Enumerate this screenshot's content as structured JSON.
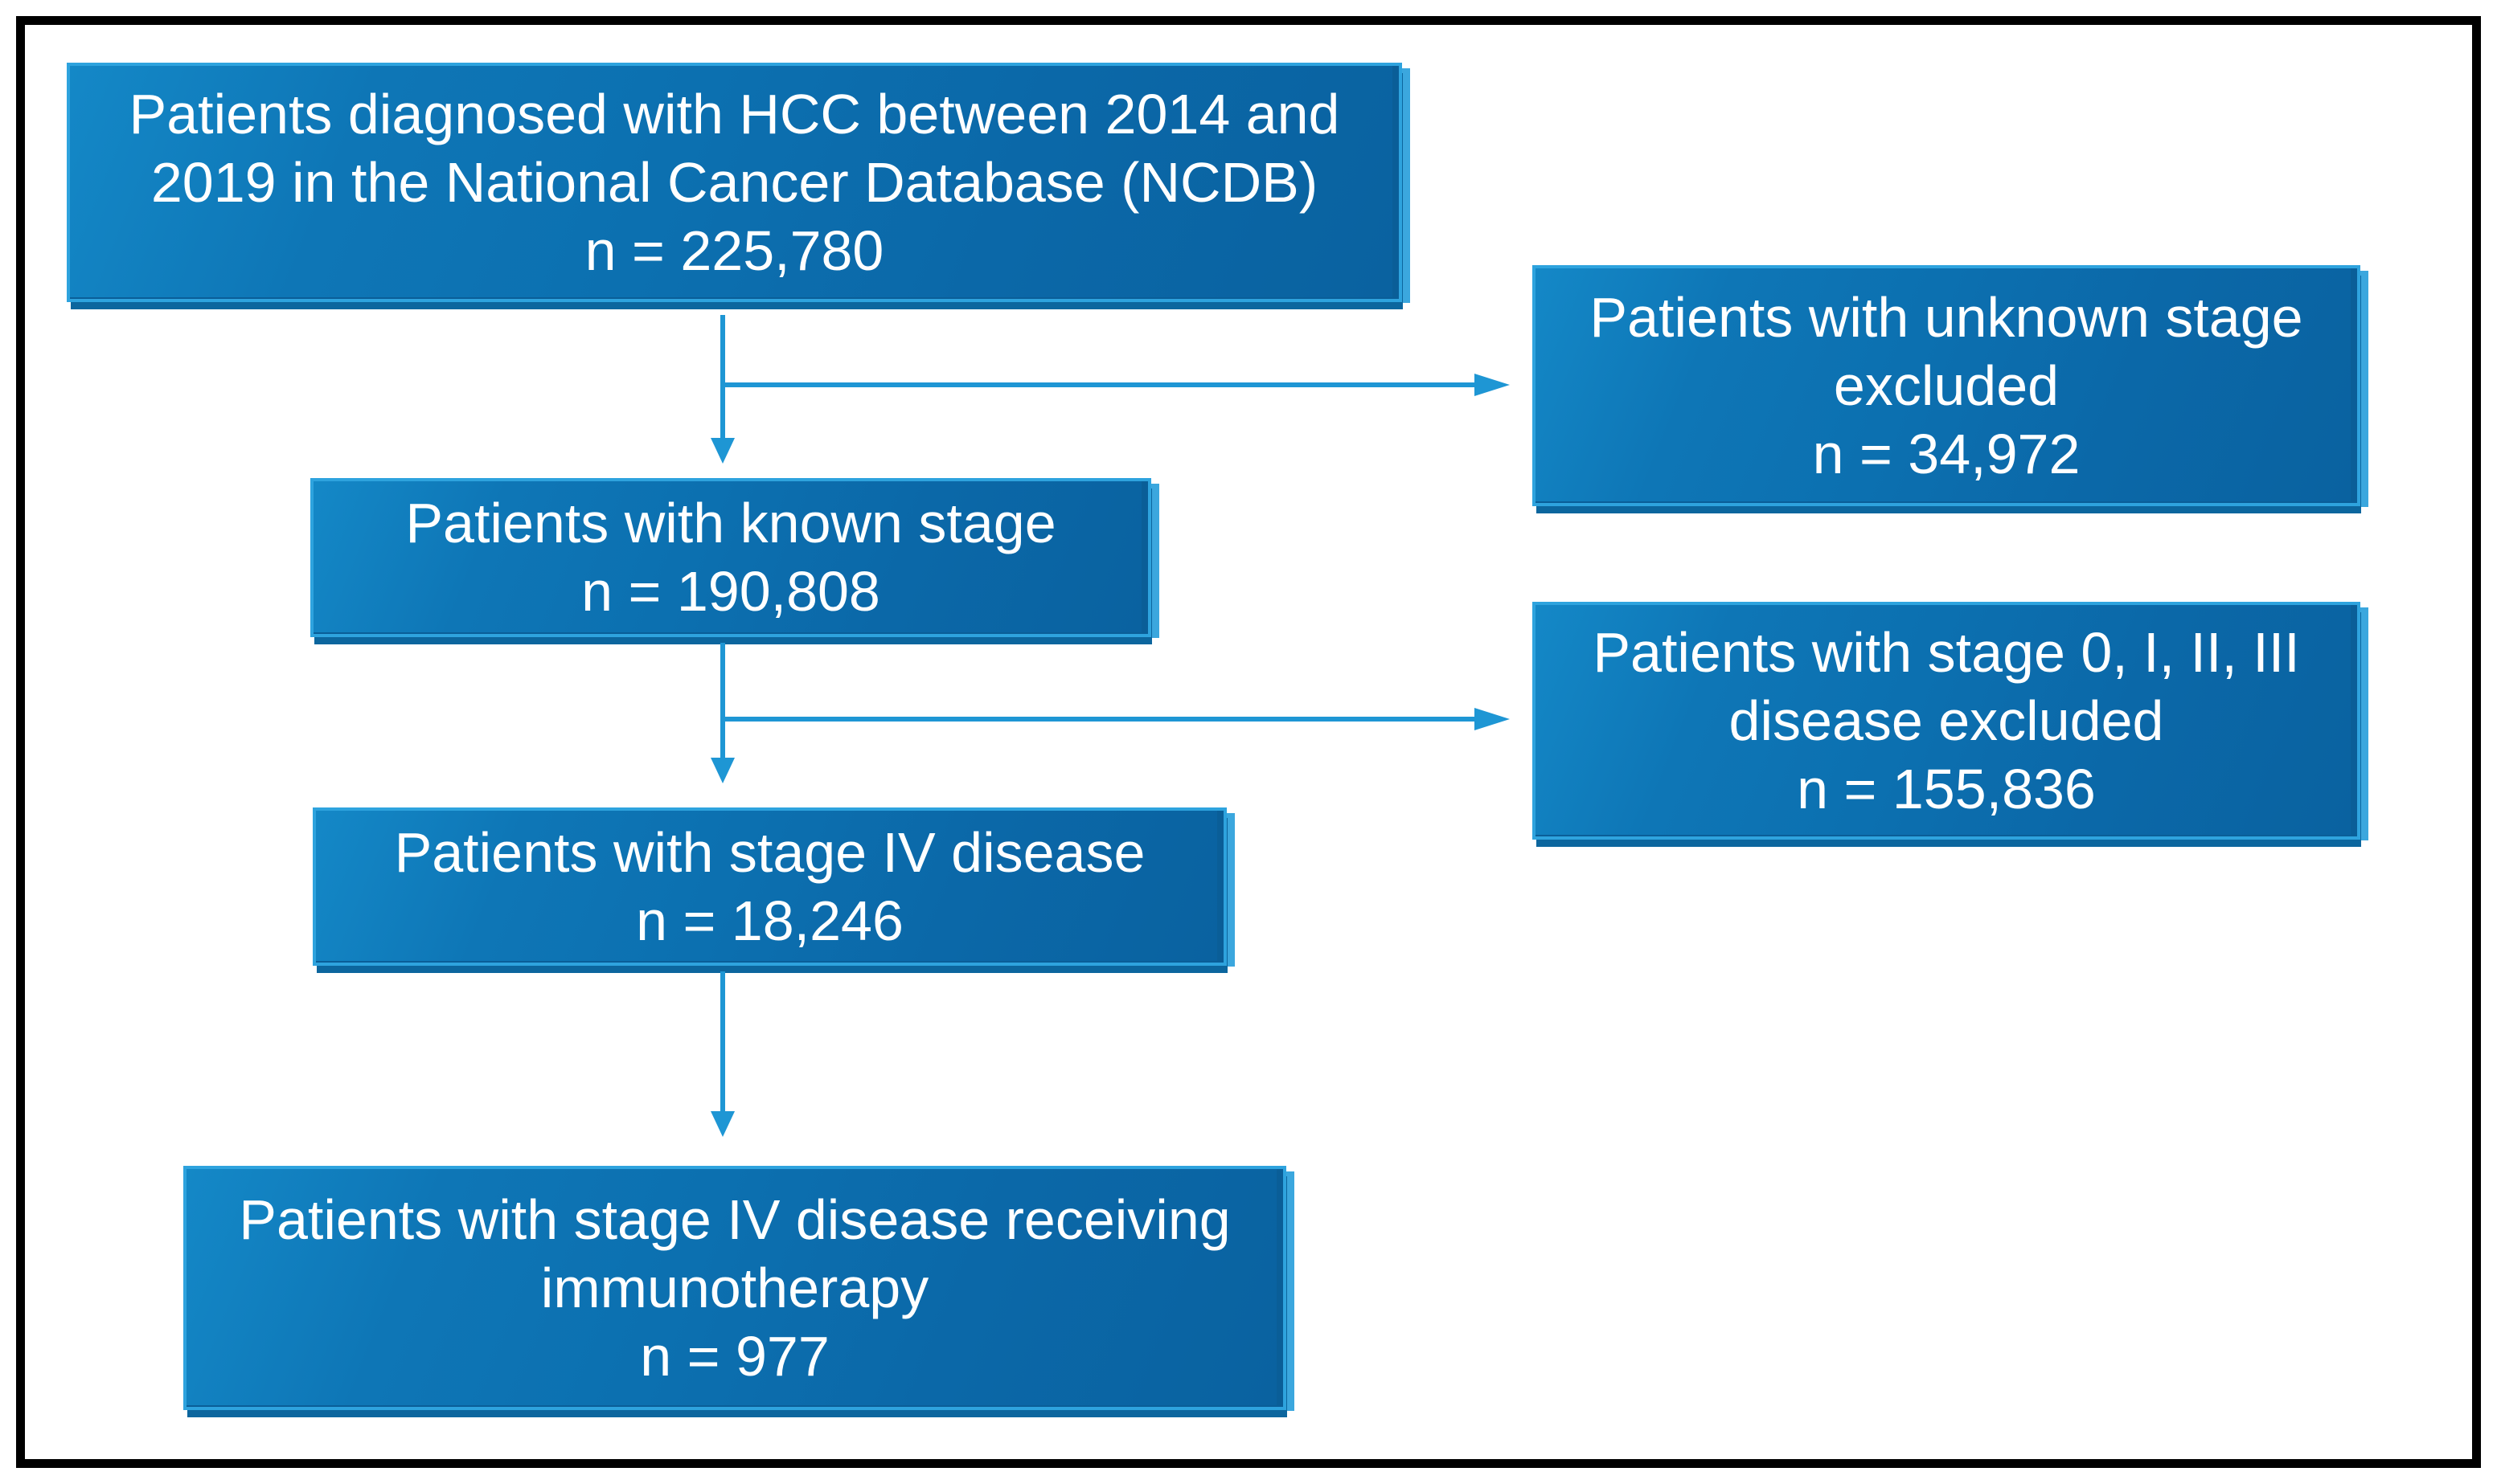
{
  "flow": {
    "steps": [
      {
        "id": "diagnosed",
        "label": "Patients diagnosed with HCC between 2014 and 2019 in the National Cancer Database (NCDB)",
        "n": "n = 225,780"
      },
      {
        "id": "known-stage",
        "label": "Patients with known stage",
        "n": "n = 190,808"
      },
      {
        "id": "stage-iv",
        "label": "Patients with stage IV disease",
        "n": "n = 18,246"
      },
      {
        "id": "immunotherapy",
        "label": "Patients with stage IV disease receiving immunotherapy",
        "n": "n = 977"
      }
    ],
    "exclusions": [
      {
        "id": "unknown-stage",
        "label": "Patients with unknown stage excluded",
        "n": "n = 34,972"
      },
      {
        "id": "stage-0-3",
        "label": "Patients with stage 0, I, II, III disease excluded",
        "n": "n = 155,836"
      }
    ]
  },
  "colors": {
    "background": "#ffffff",
    "frame_border": "#000000",
    "arrow": "#1e96d4",
    "box_border": "#2ea3de",
    "box_bevel": "#0a5e98",
    "box_shadow_dark": "#0c669e",
    "box_fill_top": "#1488c7",
    "box_fill_bottom": "#0a62a0",
    "text": "#ffffff"
  }
}
